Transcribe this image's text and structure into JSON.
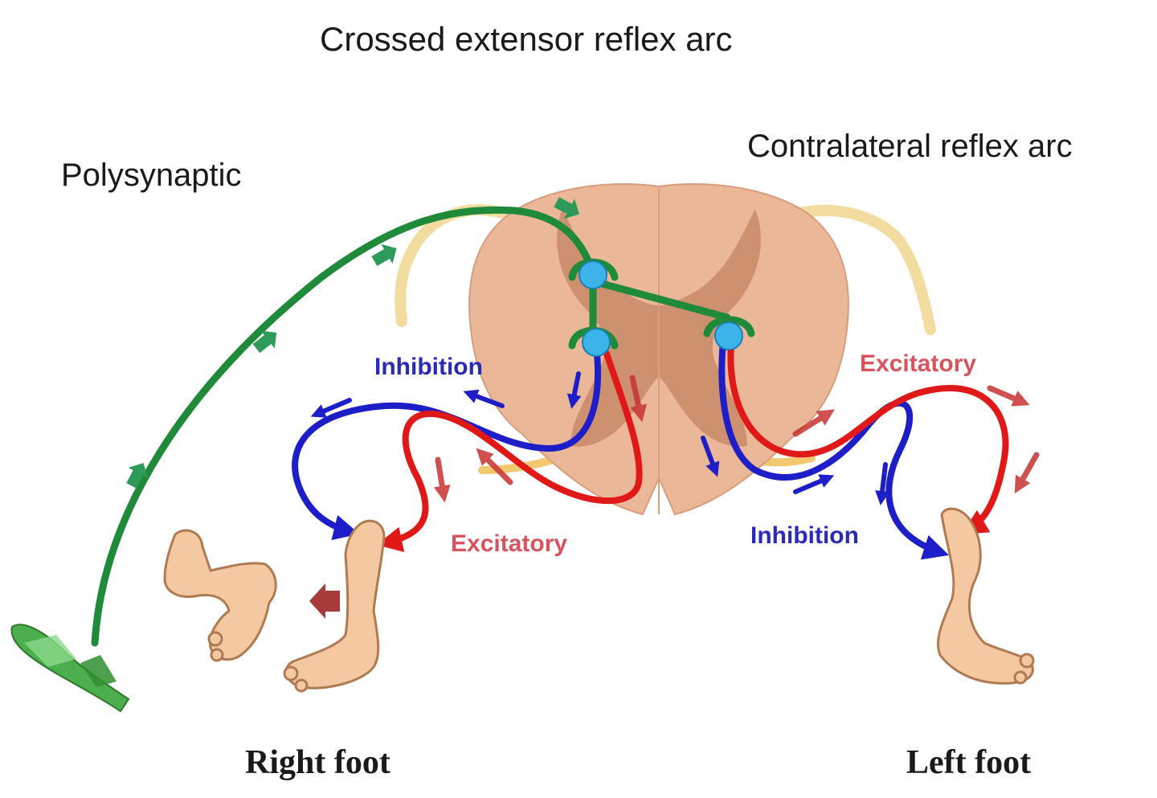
{
  "title": "Crossed extensor reflex arc",
  "left_heading": "Polysynaptic",
  "right_heading": "Contralateral reflex arc",
  "labels": {
    "inhibition_left": "Inhibition",
    "inhibition_right": "Inhibition",
    "excitatory_left": "Excitatory",
    "excitatory_right": "Excitatory"
  },
  "feet": {
    "right": "Right foot",
    "left": "Left foot"
  },
  "colors": {
    "sensory_pathway": "#1f8a3a",
    "inhibitory_pathway": "#1e1ec8",
    "excitatory_pathway": "#e01818",
    "interneuron": "#3cb4ea",
    "spinal_cord": "#eab898",
    "gray_matter": "#c98a68",
    "nerve": "#f2dca0",
    "foot": "#f4c9a2"
  }
}
